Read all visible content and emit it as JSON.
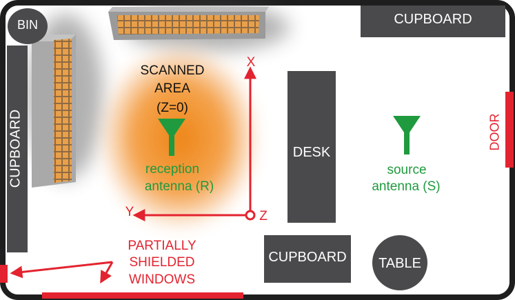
{
  "labels": {
    "bin": "BIN",
    "cupboard_top_right": "CUPBOARD",
    "cupboard_left": "CUPBOARD",
    "cupboard_bottom": "CUPBOARD",
    "desk": "DESK",
    "table": "TABLE",
    "door": "DOOR",
    "scanned_area_line1": "SCANNED",
    "scanned_area_line2": "AREA",
    "scanned_area_line3": "(Z=0)",
    "reception_line1": "reception",
    "reception_line2": "antenna (R)",
    "source_line1": "source",
    "source_line2": "antenna (S)",
    "windows_line1": "PARTIALLY",
    "windows_line2": "SHIELDED",
    "windows_line3": "WINDOWS",
    "axis_x": "X",
    "axis_y": "Y",
    "axis_z": "Z"
  },
  "colors": {
    "wall": "#1e1e1e",
    "furniture": "#4a4a4c",
    "red": "#e3232f",
    "green": "#1f9a3e",
    "scan_orange": "#f08a1c",
    "heater_body": "#a9a9a9",
    "heater_grid": "#e9a04a"
  },
  "icons": [
    "antenna-icon",
    "heater-icon",
    "axis-arrow-icon"
  ]
}
